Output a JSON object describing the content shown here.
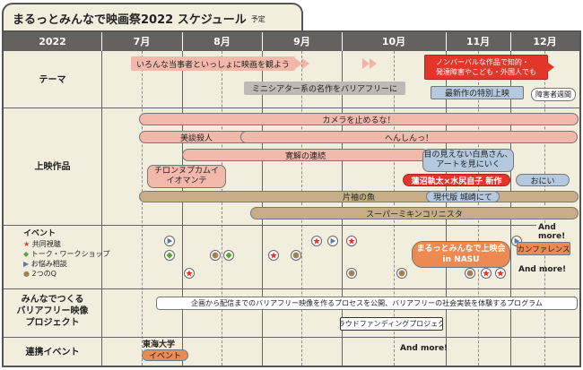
{
  "title": {
    "main": "まるっとみんなで映画祭2022 スケジュール",
    "note": "予定"
  },
  "header": {
    "year": "2022",
    "months": [
      "7月",
      "8月",
      "9月",
      "10月",
      "11月",
      "12月"
    ]
  },
  "rows": {
    "theme": "テーマ",
    "films": "上映作品",
    "events_legend": {
      "title": "イベント",
      "items": [
        "共同視聴",
        "トーク・ワークショップ",
        "お悩み相談",
        "2つのQ"
      ]
    },
    "project": "みんなでつくる\nバリアフリー映像\nプロジェクト",
    "partner": "連携イベント"
  },
  "theme_bars": {
    "t1": "いろんな当事者といっしょに映画を観よう",
    "t2": "ミニシアター系の名作をバリアフリーに",
    "t3": "ノンバーバルな作品で知的・\n発達障害やこども・外国人でも",
    "t4": "最新作の特別上映",
    "t5": "障害者週間"
  },
  "films": {
    "f1": "カメラを止めるな！",
    "f2": "美談殺人",
    "f3": "へんしんっ！",
    "f4": "寛解の連続",
    "f5": "目の見えない白鳥さん、\nアートを見にいく",
    "f6": "チロンヌプカムイ\nイオマンテ",
    "f7": "蓮沼執太×水尻自子 新作",
    "f8": "おにい",
    "f9": "片袖の魚",
    "f10": "現代版 城崎にて",
    "f11": "スーパーミキンコリニスタ"
  },
  "events": {
    "more1": "And more!",
    "nasu": "まるっとみんなで上映会\nin NASU",
    "conference": "カンファレンス",
    "more2": "And more!"
  },
  "project_bars": {
    "p1": "企画から配信までのバリアフリー映像を作るプロセスを公開、バリアフリーの社会実装を体験するプログラム",
    "p2": "クラウドファンディングプロジェクト"
  },
  "partner": {
    "tokai": "東海大学",
    "event": "イベント",
    "more": "And more!"
  },
  "colors": {
    "header": "#64625f",
    "board": "#f1eede",
    "pink": "#f2b8ab",
    "red": "#e2362b",
    "blue": "#b4c9de",
    "tan": "#c7ae88",
    "gray": "#bdbab5",
    "orange": "#ec8a51"
  },
  "marker_icons": [
    "star-icon",
    "diamond-icon",
    "play-icon",
    "circle-icon"
  ]
}
